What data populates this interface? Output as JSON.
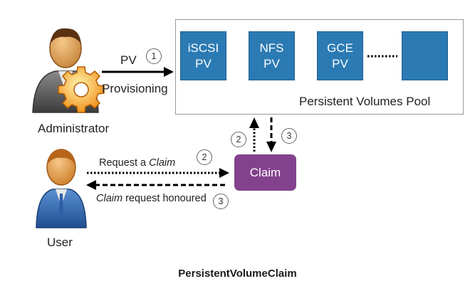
{
  "pv_label": "PV",
  "provisioning_label": "Provisioning",
  "administrator_label": "Administrator",
  "user_label": "User",
  "pool_label": "Persistent Volumes Pool",
  "pv_boxes": [
    {
      "line1": "iSCSI",
      "line2": "PV"
    },
    {
      "line1": "NFS",
      "line2": "PV"
    },
    {
      "line1": "GCE",
      "line2": "PV"
    },
    {
      "line1": "",
      "line2": ""
    }
  ],
  "request_prefix": "Request a ",
  "claim_word": "Claim",
  "honoured_prefix": "Claim",
  "honoured_suffix": " request honoured",
  "claim_box_label": "Claim",
  "step_numbers": {
    "provision": "1",
    "request": "2",
    "up": "2",
    "down": "3",
    "honoured": "3"
  },
  "caption": "PersistentVolumeClaim",
  "colors": {
    "pv_fill": "#2b7ab3",
    "claim_fill": "#84428e",
    "arrow": "#000000"
  }
}
